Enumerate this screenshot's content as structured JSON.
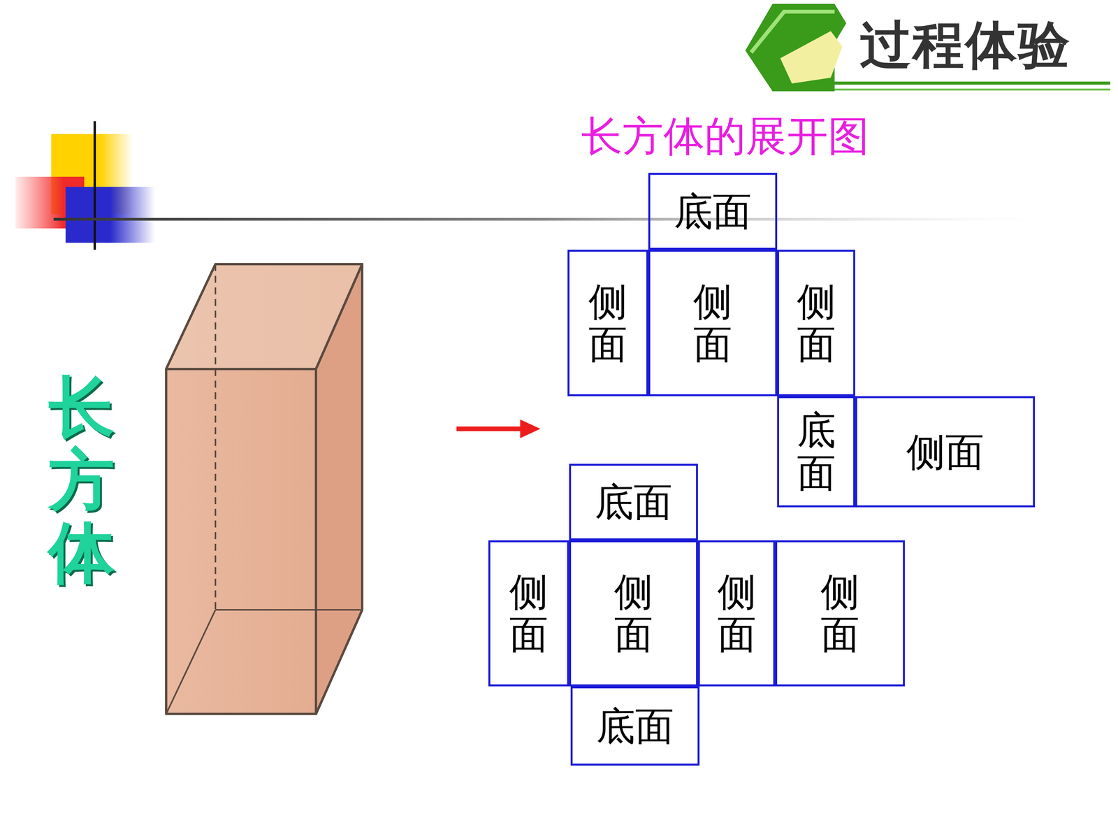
{
  "diagram": {
    "title": "长方体的展开图",
    "nodes": [
      {
        "text": [
          "底面"
        ]
      },
      {
        "text": [
          "侧面"
        ]
      },
      {
        "text": [
          "侧面"
        ]
      },
      {
        "text": [
          "侧面"
        ]
      },
      {
        "text": [
          "底面"
        ]
      },
      {
        "text": [
          "侧面"
        ]
      },
      {
        "text": [
          "底面"
        ]
      },
      {
        "text": [
          "侧面"
        ]
      },
      {
        "text": [
          "侧面"
        ]
      },
      {
        "text": [
          "侧面"
        ]
      },
      {
        "text": [
          "侧面"
        ]
      },
      {
        "text": [
          "底面"
        ]
      }
    ],
    "labels": [
      "过程体验",
      "长方体"
    ]
  }
}
